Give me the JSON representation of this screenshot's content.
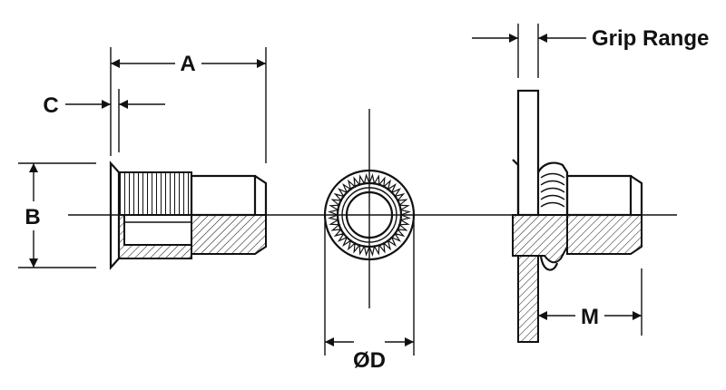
{
  "labels": {
    "a": "A",
    "b": "B",
    "c": "C",
    "d": "ØD",
    "m": "M",
    "grip": "Grip Range"
  },
  "colors": {
    "ink": "#111111",
    "background": "#ffffff"
  },
  "icons": {
    "arrowheads": "arrowhead"
  }
}
